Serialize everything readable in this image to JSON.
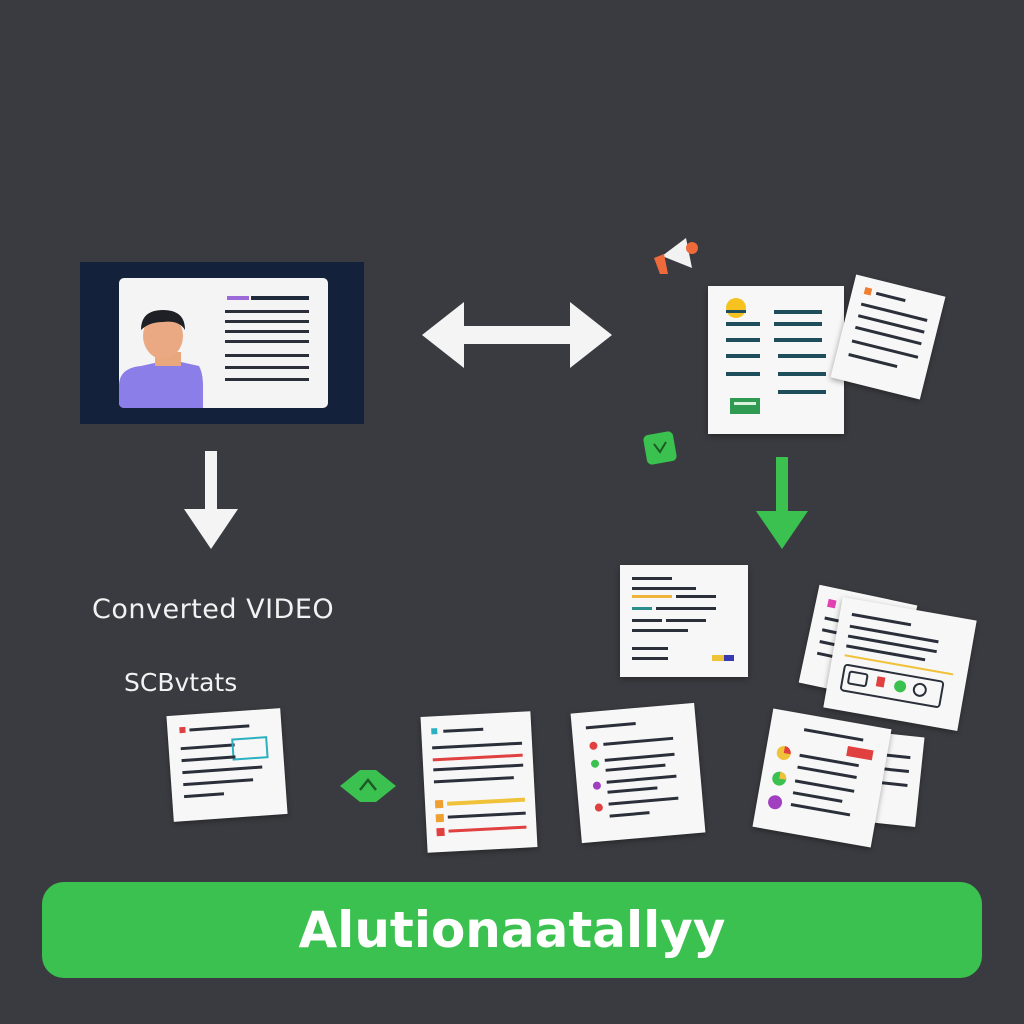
{
  "labels": {
    "converted": "Converted  VIDEO",
    "sub": "SCBvtats"
  },
  "action_bar": {
    "label": "Alutionaatallyy"
  },
  "colors": {
    "background": "#3a3b40",
    "accent_green": "#3bc14f",
    "panel_navy": "#13213a",
    "avatar_purple": "#8c7ee8",
    "doc_teal": "#1e4d5c"
  },
  "icons": {
    "megaphone": "megaphone-icon",
    "check_tile": "check-tile-icon",
    "chevron_tile": "chevron-tile-icon"
  }
}
